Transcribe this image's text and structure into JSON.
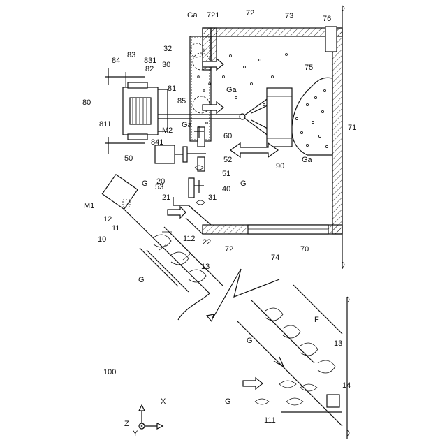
{
  "labels": {
    "l100": "100",
    "l10": "10",
    "l11": "11",
    "l111": "111",
    "l112": "112",
    "l12": "12",
    "l13a": "13",
    "l13b": "13",
    "l14": "14",
    "l20": "20",
    "l21": "21",
    "l22": "22",
    "l30": "30",
    "l31": "31",
    "l32": "32",
    "l40": "40",
    "l50": "50",
    "l51": "51",
    "l52": "52",
    "l53": "53",
    "l60": "60",
    "l70": "70",
    "l71": "71",
    "l72a": "72",
    "l72b": "72",
    "l721": "721",
    "l73": "73",
    "l74": "74",
    "l75": "75",
    "l76": "76",
    "l80": "80",
    "l81": "81",
    "l82": "82",
    "l83": "83",
    "l831": "831",
    "l84": "84",
    "l841": "841",
    "l85": "85",
    "l811": "811",
    "l90": "90",
    "lM1": "M1",
    "lM2": "M2",
    "lF": "F",
    "lG1": "G",
    "lG2": "G",
    "lG3": "G",
    "lG4": "G",
    "lG5": "G",
    "lGa1": "Ga",
    "lGa2": "Ga",
    "lGa3": "Ga",
    "lGa4": "Ga",
    "axisX": "X",
    "axisY": "Y",
    "axisZ": "Z"
  }
}
